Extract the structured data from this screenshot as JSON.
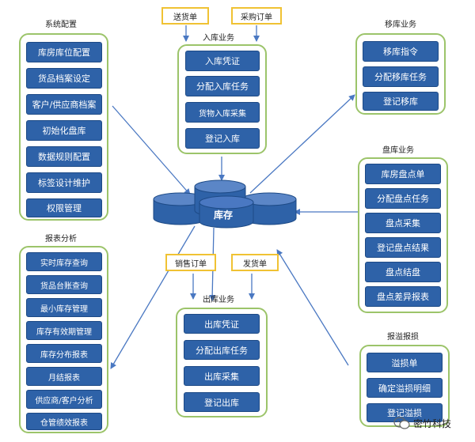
{
  "system_config": {
    "title": "系统配置",
    "items": [
      "库房库位配置",
      "货品档案设定",
      "客户/供应商档案",
      "初始化盘库",
      "数据规则配置",
      "标签设计维护",
      "权限管理"
    ]
  },
  "report_analysis": {
    "title": "报表分析",
    "items": [
      "实时库存查询",
      "货品台账查询",
      "最小库存管理",
      "库存有效期管理",
      "库存分布报表",
      "月结报表",
      "供应商/客户分析",
      "仓管绩效报表"
    ]
  },
  "inbound": {
    "title": "入库业务",
    "docs": [
      "送货单",
      "采购订单"
    ],
    "items": [
      "入库凭证",
      "分配入库任务",
      "货物入库采集",
      "登记入库"
    ]
  },
  "outbound": {
    "title": "出库业务",
    "docs": [
      "销售订单",
      "发货单"
    ],
    "items": [
      "出库凭证",
      "分配出库任务",
      "出库采集",
      "登记出库"
    ]
  },
  "transfer": {
    "title": "移库业务",
    "items": [
      "移库指令",
      "分配移库任务",
      "登记移库"
    ]
  },
  "stocktake": {
    "title": "盘库业务",
    "items": [
      "库房盘点单",
      "分配盘点任务",
      "盘点采集",
      "登记盘点结果",
      "盘点结盘",
      "盘点差异报表"
    ]
  },
  "damage": {
    "title": "报溢报损",
    "items": [
      "溢损单",
      "确定溢损明细",
      "登记溢损"
    ]
  },
  "center": {
    "label": "库存"
  },
  "watermark": {
    "text": "密竹科技",
    "icon": "wechat-icon"
  },
  "colors": {
    "button": "#2e62a8",
    "group_border": "#9cc46a",
    "doc_border": "#f0c233",
    "arrow": "#4a78c2"
  }
}
